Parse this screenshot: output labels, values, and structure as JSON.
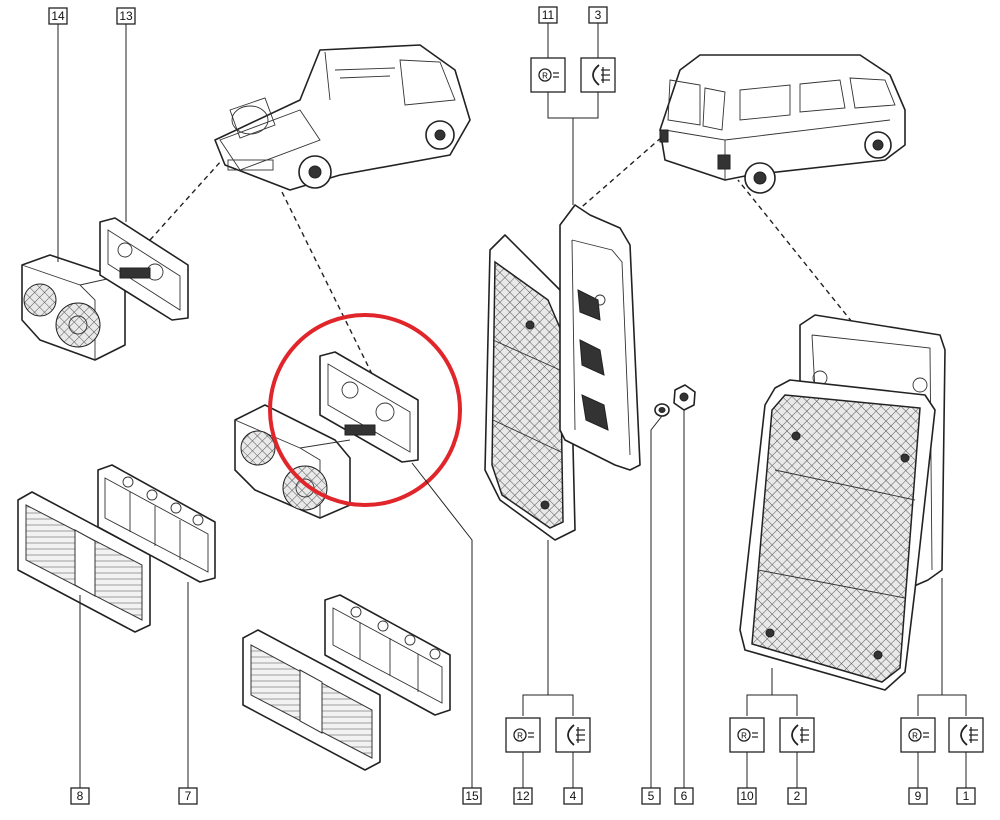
{
  "callouts": {
    "c14": "14",
    "c13": "13",
    "c11": "11",
    "c3": "3",
    "c8": "8",
    "c7": "7",
    "c15": "15",
    "c12": "12",
    "c4": "4",
    "c5": "5",
    "c6": "6",
    "c10": "10",
    "c2": "2",
    "c9": "9",
    "c1": "1"
  },
  "colors": {
    "line": "#222222",
    "highlight_circle": "#e0262b",
    "background": "#ffffff"
  },
  "icons": {
    "rear_fog_lamp": "rear-fog-lamp-icon",
    "rear_light": "rear-light-icon"
  }
}
